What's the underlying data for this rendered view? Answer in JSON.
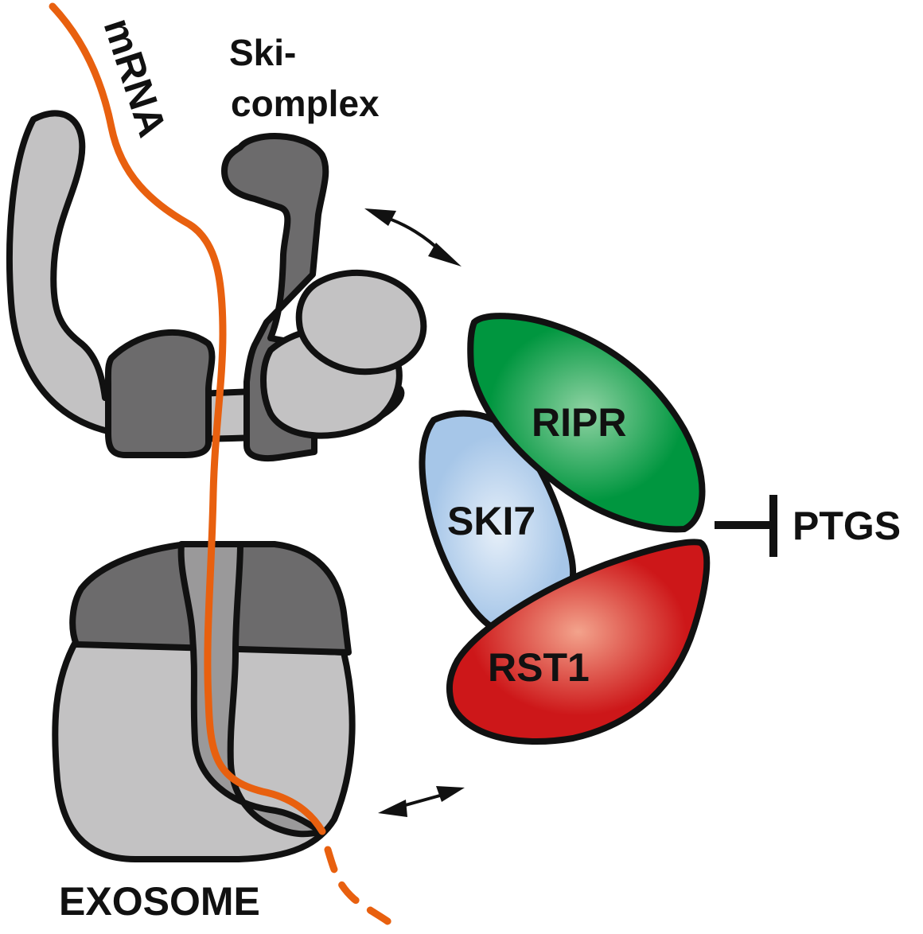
{
  "labels": {
    "mrna": "mRNA",
    "ski_line1": "Ski-",
    "ski_line2": "complex",
    "ripr": "RIPR",
    "ski7": "SKI7",
    "rst1": "RST1",
    "ptgs": "PTGS",
    "exosome": "EXOSOME"
  },
  "colors": {
    "mrna": "#e8600f",
    "ski_light": "#c3c2c3",
    "ski_dark": "#6c6b6c",
    "ripr": "#00963f",
    "ski7": "#a6c6e8",
    "rst1": "#cd1719",
    "outline": "#111111"
  }
}
